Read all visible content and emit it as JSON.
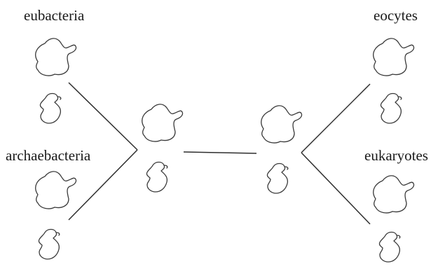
{
  "labels": {
    "top_left": "eubacteria",
    "mid_left": "archaebacteria",
    "top_right": "eocytes",
    "mid_right": "eukaryotes"
  }
}
